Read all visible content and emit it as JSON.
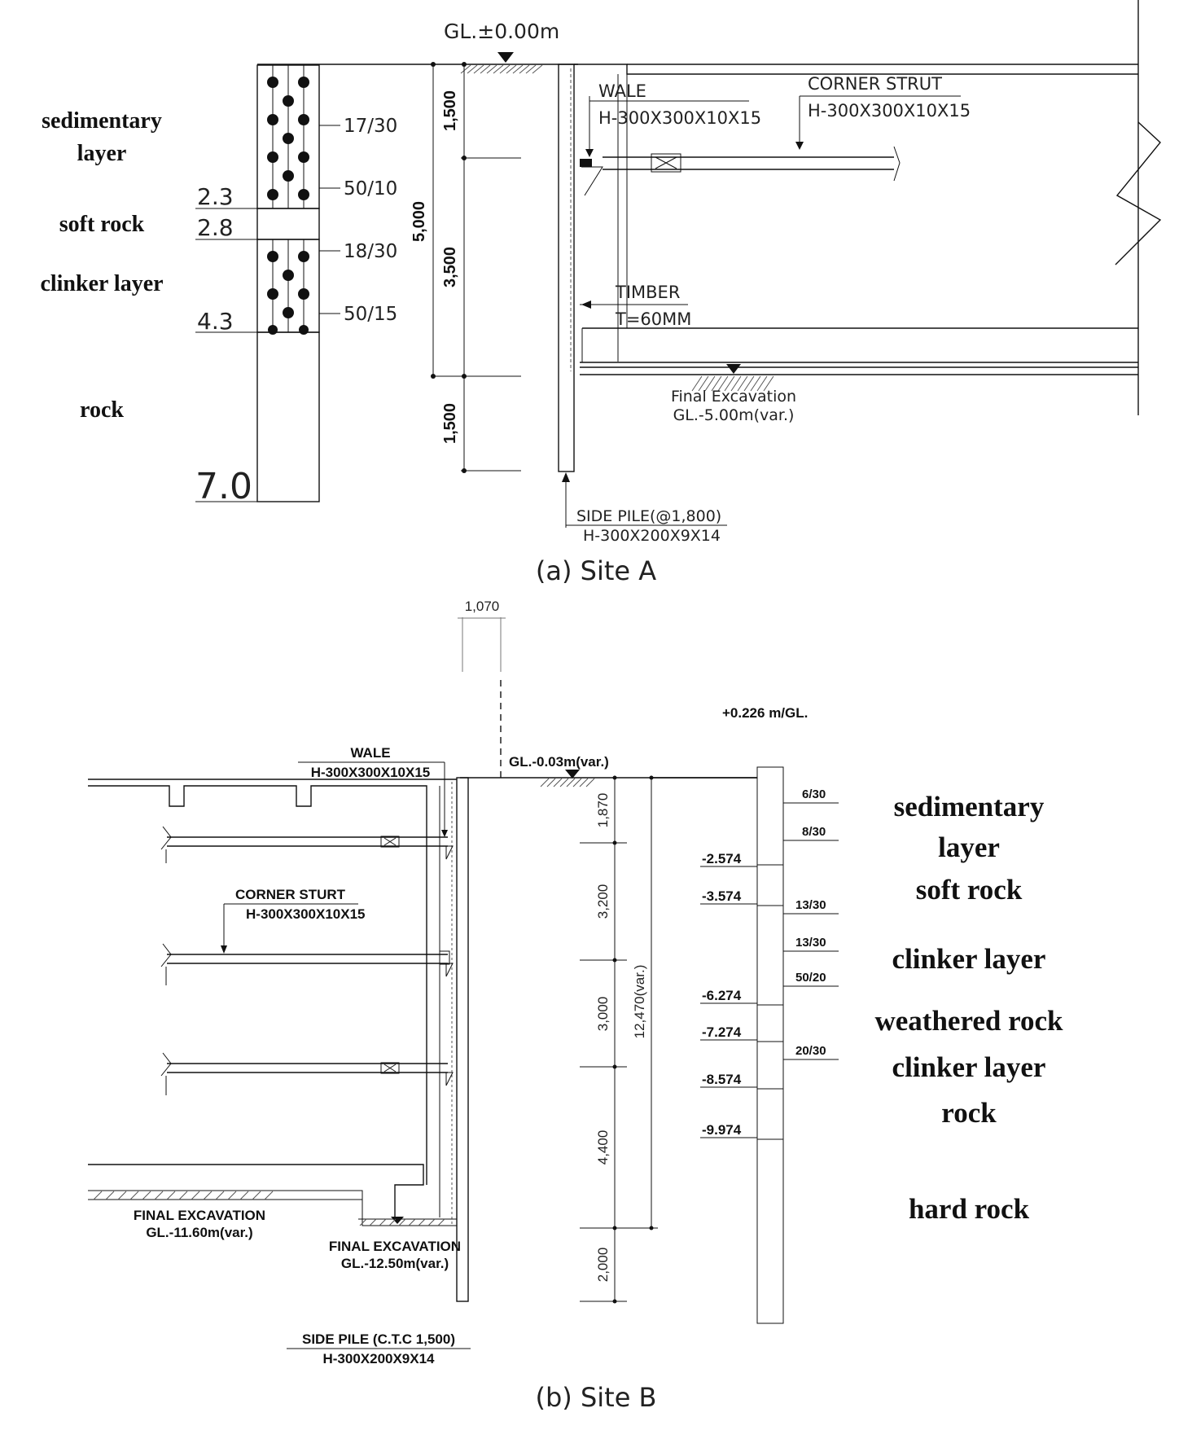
{
  "siteA": {
    "caption": "(a)  Site  A",
    "ground_level": "GL.±0.00m",
    "layers": [
      "sedimentary",
      "layer",
      "soft rock",
      "clinker layer",
      "rock"
    ],
    "depths": [
      "2.3",
      "2.8",
      "4.3",
      "7.0"
    ],
    "spt": [
      "17/30",
      "50/10",
      "18/30",
      "50/15"
    ],
    "dims": [
      "1,500",
      "3,500",
      "1,500",
      "5,000"
    ],
    "wale": {
      "title": "WALE",
      "spec": "H-300X300X10X15"
    },
    "corner_strut": {
      "title": "CORNER STRUT",
      "spec": "H-300X300X10X15"
    },
    "timber": {
      "title": "TIMBER",
      "spec": "T=60MM"
    },
    "final_excavation": {
      "title": "Final Excavation",
      "level": "GL.-5.00m(var.)"
    },
    "side_pile": {
      "title": "SIDE PILE(@1,800)",
      "spec": "H-300X200X9X14"
    }
  },
  "siteB": {
    "caption": "(b)  Site  B",
    "top_dim": "1,070",
    "ground_level": "GL.-0.03m(var.)",
    "borehole_level": "+0.226 m/GL.",
    "wale": {
      "title": "WALE",
      "spec": "H-300X300X10X15"
    },
    "corner_strut": {
      "title": "CORNER STURT",
      "spec": "H-300X300X10X15"
    },
    "final_excavation_1": {
      "title": "FINAL EXCAVATION",
      "level": "GL.-11.60m(var.)"
    },
    "final_excavation_2": {
      "title": "FINAL EXCAVATION",
      "level": "GL.-12.50m(var.)"
    },
    "side_pile": {
      "title": "SIDE PILE (C.T.C 1,500)",
      "spec": "H-300X200X9X14"
    },
    "dims": [
      "1,870",
      "3,200",
      "3,000",
      "4,400",
      "2,000",
      "12,470(var.)"
    ],
    "depths": [
      "-2.574",
      "-3.574",
      "-6.274",
      "-7.274",
      "-8.574",
      "-9.974"
    ],
    "spt": [
      "6/30",
      "8/30",
      "13/30",
      "13/30",
      "50/20",
      "20/30"
    ],
    "layers": [
      "sedimentary",
      "layer",
      "soft rock",
      "clinker layer",
      "weathered rock",
      "clinker layer",
      "rock",
      "hard rock"
    ]
  }
}
